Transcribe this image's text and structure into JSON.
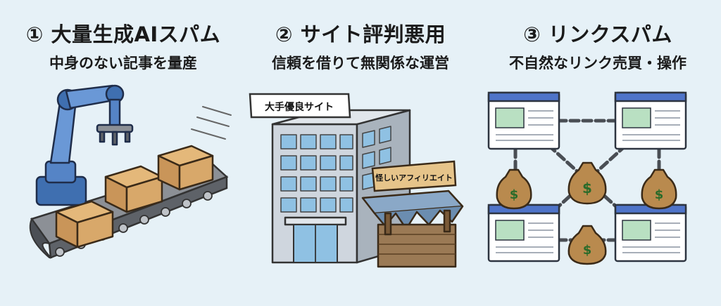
{
  "panels": [
    {
      "title": "① 大量生成AIスパム",
      "subtitle": "中身のない記事を量産",
      "icon": "robot-arm-conveyor-boxes"
    },
    {
      "title": "② サイト評判悪用",
      "subtitle": "信頼を借りて無関係な運営",
      "icon": "building-with-shack",
      "signs": {
        "building": "大手優良サイト",
        "shack": "怪しいアフィリエイト"
      }
    },
    {
      "title": "③ リンクスパム",
      "subtitle": "不自然なリンク売買・操作",
      "icon": "chained-webpages-money-bags",
      "bag_symbol": "$"
    }
  ]
}
